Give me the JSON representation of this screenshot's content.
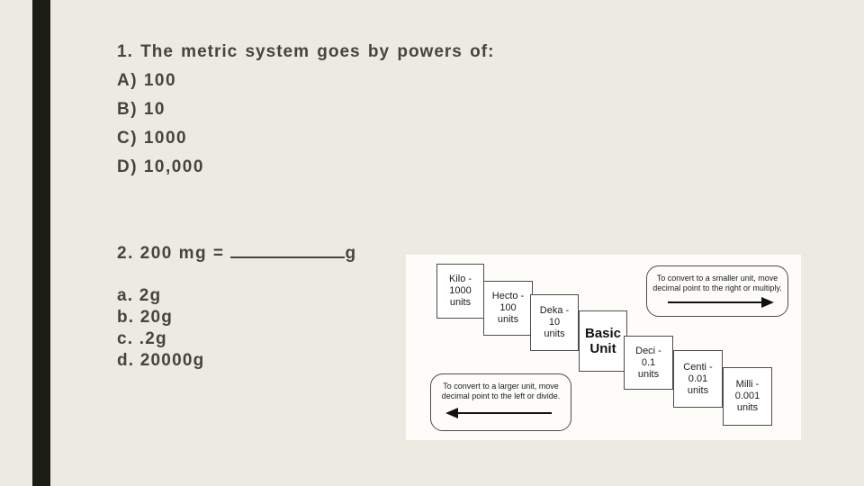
{
  "slide": {
    "background_color": "#EDEAE2",
    "accent_bar_color": "#1B1C12",
    "text_color": "#45443F"
  },
  "question1": {
    "title": "1. The metric system goes by powers of:",
    "options": [
      "A) 100",
      "B) 10",
      "C) 1000",
      "D) 10,000"
    ]
  },
  "question2": {
    "prompt_prefix": "2. 200 mg =",
    "blank_suffix": "g",
    "options": [
      "a. 2g",
      "b. 20g",
      "c. .2g",
      "d. 20000g"
    ]
  },
  "diagram": {
    "background_color": "#FDFCF8",
    "steps": [
      {
        "id": "kilo",
        "text": "Kilo -\n1000\nunits"
      },
      {
        "id": "hecto",
        "text": "Hecto -\n100\nunits"
      },
      {
        "id": "deka",
        "text": "Deka -\n10\nunits"
      },
      {
        "id": "basic",
        "text": "Basic\nUnit"
      },
      {
        "id": "deci",
        "text": "Deci -\n0.1\nunits"
      },
      {
        "id": "centi",
        "text": "Centi -\n0.01\nunits"
      },
      {
        "id": "milli",
        "text": "Milli -\n0.001\nunits"
      }
    ],
    "callout_smaller": {
      "text": "To convert to a smaller unit, move\ndecimal point to the right or multiply."
    },
    "callout_larger": {
      "text": "To convert to a larger unit, move\ndecimal point to the left or divide."
    }
  }
}
